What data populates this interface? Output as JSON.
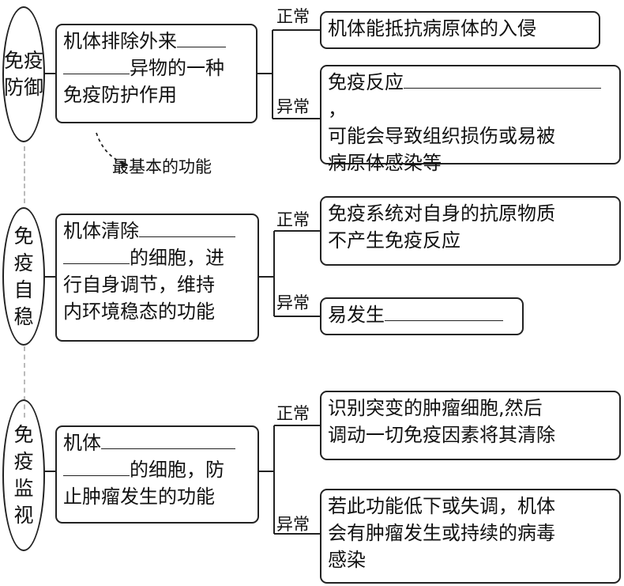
{
  "sections": [
    {
      "name": "免疫\n防御",
      "def_before": "机体排除外来",
      "def_mid": "异物的一种",
      "def_after": "免疫防护作用",
      "note": "最基本的功能",
      "normal_label": "正常",
      "normal_text": "机体能抵抗病原体的入侵",
      "abnormal_label": "异常",
      "abnormal_before": "免疫反应",
      "abnormal_after": "，\n可能会导致组织损伤或易被\n病原体感染等"
    },
    {
      "name": "免\n疫\n自\n稳",
      "def_before": "机体清除",
      "def_mid": "的细胞，进",
      "def_after": "行自身调节，维持\n内环境稳态的功能",
      "normal_label": "正常",
      "normal_text": "免疫系统对自身的抗原物质\n不产生免疫反应",
      "abnormal_label": "异常",
      "abnormal_before": "易发生"
    },
    {
      "name": "免\n疫\n监\n视",
      "def_before": "机体",
      "def_mid": "的细胞，防",
      "def_after": "止肿瘤发生的功能",
      "normal_label": "正常",
      "normal_text": "识别突变的肿瘤细胞,然后\n调动一切免疫因素将其清除",
      "abnormal_label": "异常",
      "abnormal_text": "若此功能低下或失调，机体\n会有肿瘤发生或持续的病毒\n感染"
    }
  ]
}
